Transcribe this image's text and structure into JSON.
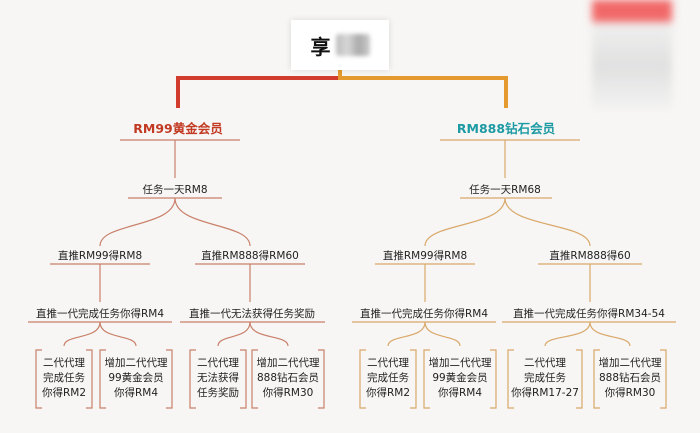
{
  "title": {
    "text": "享"
  },
  "colors": {
    "red": "#d23c2c",
    "orange": "#e49a2e",
    "brown": "#c27c62",
    "tier_red": "#c23a22",
    "tier_teal": "#1d9aa3",
    "line_left": "#c9806a",
    "line_right": "#d9a86a"
  },
  "left": {
    "tier": "RM99黄金会员",
    "task": "任务一天RM8",
    "branch_a": "直推RM99得RM8",
    "branch_b": "直推RM888得RM60",
    "sub_a": "直推一代完成任务你得RM4",
    "sub_b": "直推一代无法获得任务奖励",
    "leaf1": "二代代理\n完成任务\n你得RM2",
    "leaf2": "增加二代代理\n99黄金会员\n你得RM4",
    "leaf3": "二代代理\n无法获得\n任务奖励",
    "leaf4": "增加二代代理\n888钻石会员\n你得RM30"
  },
  "right": {
    "tier": "RM888钻石会员",
    "task": "任务一天RM68",
    "branch_a": "直推RM99得RM8",
    "branch_b": "直推RM888得60",
    "sub_a": "直推一代完成任务你得RM4",
    "sub_b": "直推一代完成任务你得RM34-54",
    "leaf1": "二代代理\n完成任务\n你得RM2",
    "leaf2": "增加二代代理\n99黄金会员\n你得RM4",
    "leaf3": "二代代理\n完成任务\n你得RM17-27",
    "leaf4": "增加二代代理\n888钻石会员\n你得RM30"
  }
}
